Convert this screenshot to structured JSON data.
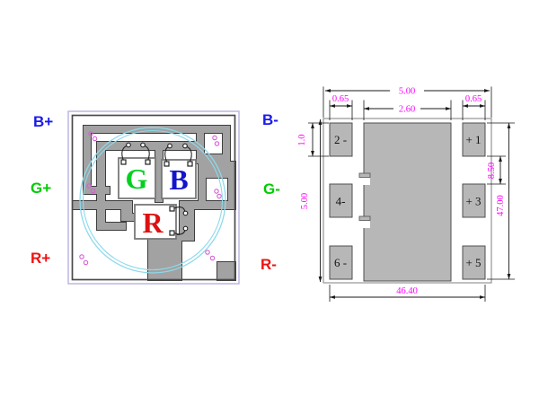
{
  "figure": {
    "background": "#ffffff"
  },
  "colors": {
    "dimension_text": "#ff00ff",
    "trace": "#a2a2a2",
    "trace_outline": "#3d3d3d",
    "pad_fill": "#b7b7b7",
    "lens_ring": "#8ed9ec",
    "fiducial": "#d65fd6",
    "pad_label": "#111111"
  },
  "die_layout": {
    "terminals_left": [
      {
        "label": "B+",
        "color": "#1a1aee"
      },
      {
        "label": "G+",
        "color": "#00cc00"
      },
      {
        "label": "R+",
        "color": "#ee1111"
      }
    ],
    "terminals_right": [
      {
        "label": "B-",
        "color": "#1a1aee"
      },
      {
        "label": "G-",
        "color": "#00cc00"
      },
      {
        "label": "R-",
        "color": "#ee1111"
      }
    ],
    "dies": [
      {
        "label": "G",
        "color": "#00d021"
      },
      {
        "label": "B",
        "color": "#1414cc"
      },
      {
        "label": "R",
        "color": "#dd1111"
      }
    ]
  },
  "pad_layout": {
    "pads_left": [
      "2 -",
      "4-",
      "6 -"
    ],
    "pads_right": [
      "+ 1",
      "+ 3",
      "+ 5"
    ],
    "dimensions": {
      "overall_width": "5.00",
      "pad_width_left": "0.65",
      "center_pad_width": "2.60",
      "pad_width_right": "0.65",
      "pad_height": "1.0",
      "overall_height": "5.00",
      "pad_gap": "8.50",
      "pad_column_height": "47.00",
      "pad_row_width": "46.40"
    }
  }
}
